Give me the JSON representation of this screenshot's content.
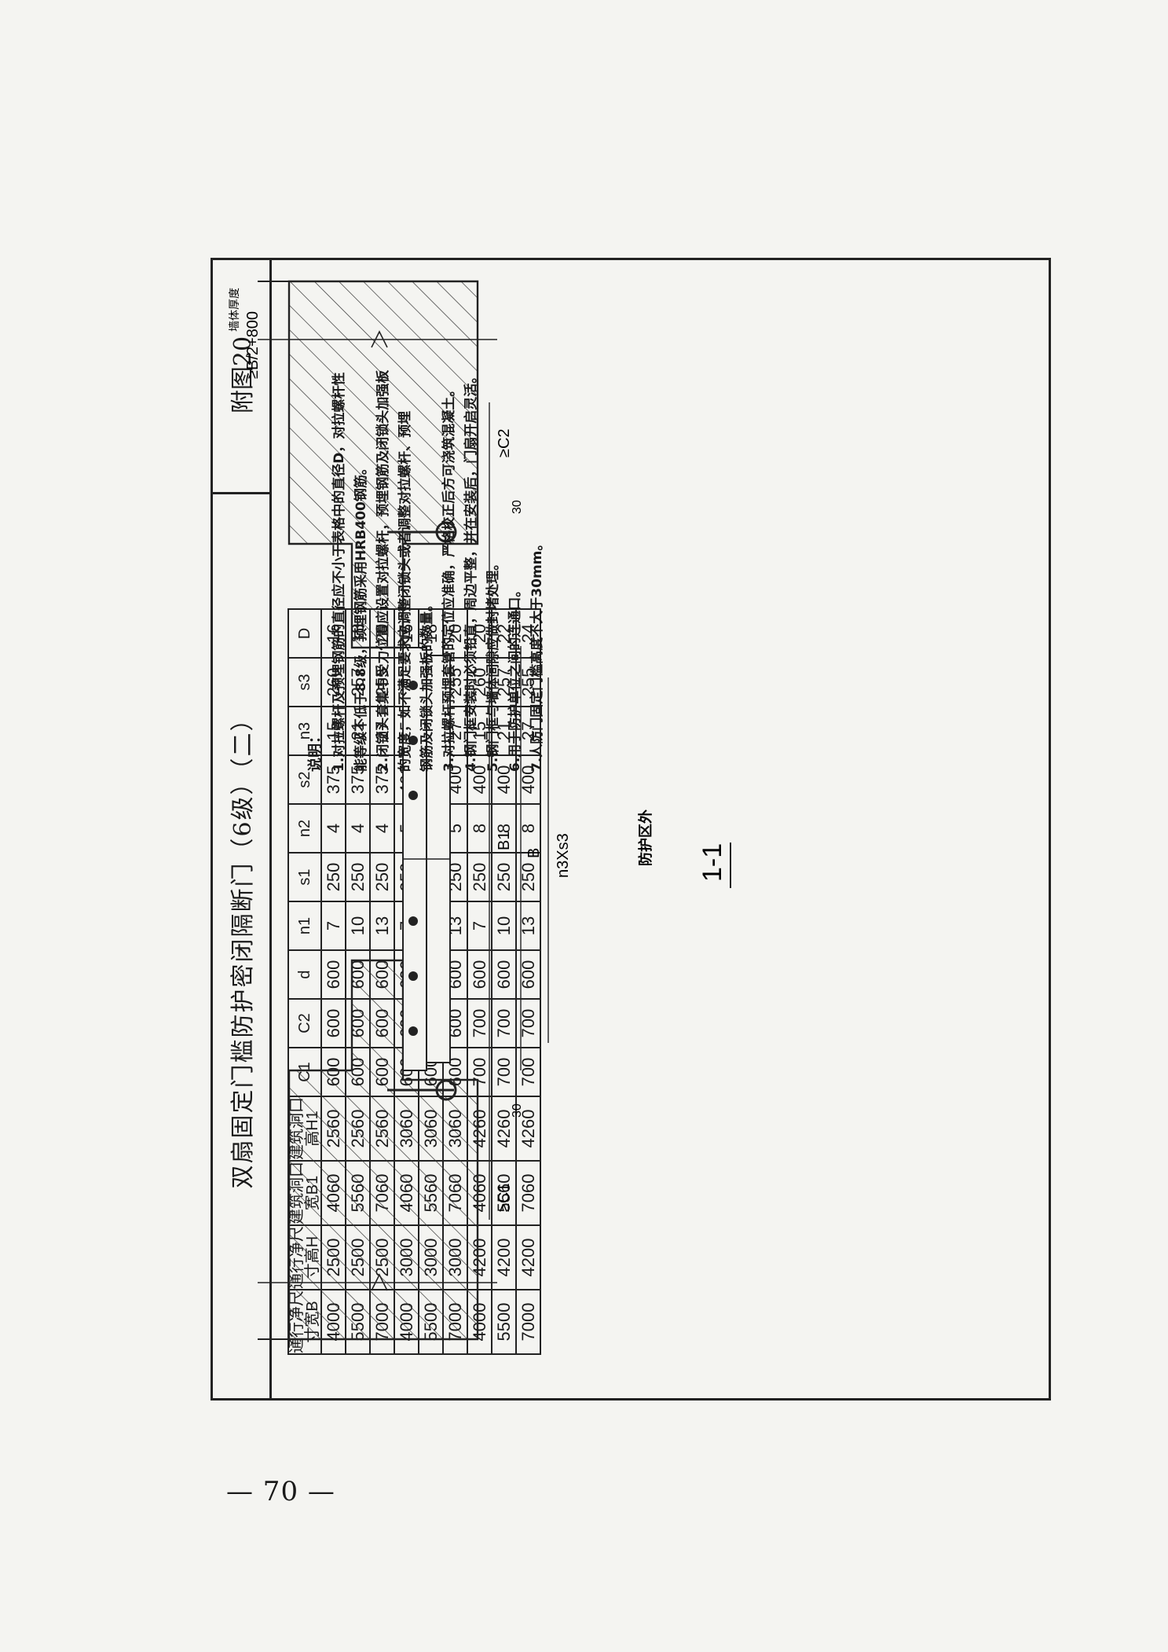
{
  "page_number": "— 70 —",
  "title_block": {
    "title": "双扇固定门槛防护密闭隔断门（6级）（二）",
    "figure_no": "附图20"
  },
  "notes": {
    "heading": "说明：",
    "items": [
      "1.对拉螺杆及预埋钢筋的直径应不小于表格中的直径D，对拉螺杆性\n  能等级不低于8.8级，预埋钢筋采用HRB400钢筋。",
      "2.闭锁头套集中受力位置应设置对拉螺杆，预埋钢筋及闭锁头加强板\n  的宽度，如不满足要求应调整闭锁头或者调整对拉螺杆、预埋\n  钢筋及闭锁头加强板的数量。",
      "3.对拉螺杆预埋套管的定位应准确，严格校正后方可浇筑混凝土。",
      "4.钢门框安装时必须铅直，周边平整，并在安装后，门扇开启灵活。",
      "5.钢门框与墙体间隙应做封堵处理。",
      "6.用于防护单位之间的连通口。",
      "7.人防门固定门槛高度不大于30mm。"
    ]
  },
  "drawing": {
    "section_label": "1-1",
    "protected_zone_label": "防护区外",
    "dims": {
      "b1": "B1",
      "b": "B",
      "n3s3": "n3Xs3",
      "c1": "≥C1",
      "c2": "≥C2",
      "gap30_left": "30",
      "gap30_right": "30",
      "wall_dim": "≥B/2+800",
      "wall_label": "墙体厚度"
    }
  },
  "table": {
    "headers": [
      "通行净尺寸宽B",
      "通行净尺寸高H",
      "建筑洞口宽B1",
      "建筑洞口高H1",
      "C1",
      "C2",
      "d",
      "n1",
      "s1",
      "n2",
      "s2",
      "n3",
      "s3",
      "D"
    ],
    "rows": [
      [
        "4000",
        "2500",
        "4060",
        "2560",
        "600",
        "600",
        "600",
        "7",
        "250",
        "4",
        "375",
        "15",
        "260",
        "16"
      ],
      [
        "5500",
        "2500",
        "5560",
        "2560",
        "600",
        "600",
        "600",
        "10",
        "250",
        "4",
        "375",
        "21",
        "257",
        "18"
      ],
      [
        "7000",
        "2500",
        "7060",
        "2560",
        "600",
        "600",
        "600",
        "13",
        "250",
        "4",
        "375",
        "27",
        "255",
        "20"
      ],
      [
        "4000",
        "3000",
        "4060",
        "3060",
        "600",
        "600",
        "600",
        "7",
        "250",
        "5",
        "400",
        "15",
        "260",
        "16"
      ],
      [
        "5500",
        "3000",
        "5560",
        "3060",
        "600",
        "600",
        "600",
        "10",
        "250",
        "5",
        "400",
        "21",
        "257",
        "18"
      ],
      [
        "7000",
        "3000",
        "7060",
        "3060",
        "600",
        "600",
        "600",
        "13",
        "250",
        "5",
        "400",
        "27",
        "255",
        "20"
      ],
      [
        "4000",
        "4200",
        "4060",
        "4260",
        "700",
        "700",
        "600",
        "7",
        "250",
        "8",
        "400",
        "15",
        "260",
        "20"
      ],
      [
        "5500",
        "4200",
        "5560",
        "4260",
        "700",
        "700",
        "600",
        "10",
        "250",
        "8",
        "400",
        "21",
        "257",
        "22"
      ],
      [
        "7000",
        "4200",
        "7060",
        "4260",
        "700",
        "700",
        "600",
        "13",
        "250",
        "8",
        "400",
        "27",
        "255",
        "24"
      ]
    ]
  }
}
